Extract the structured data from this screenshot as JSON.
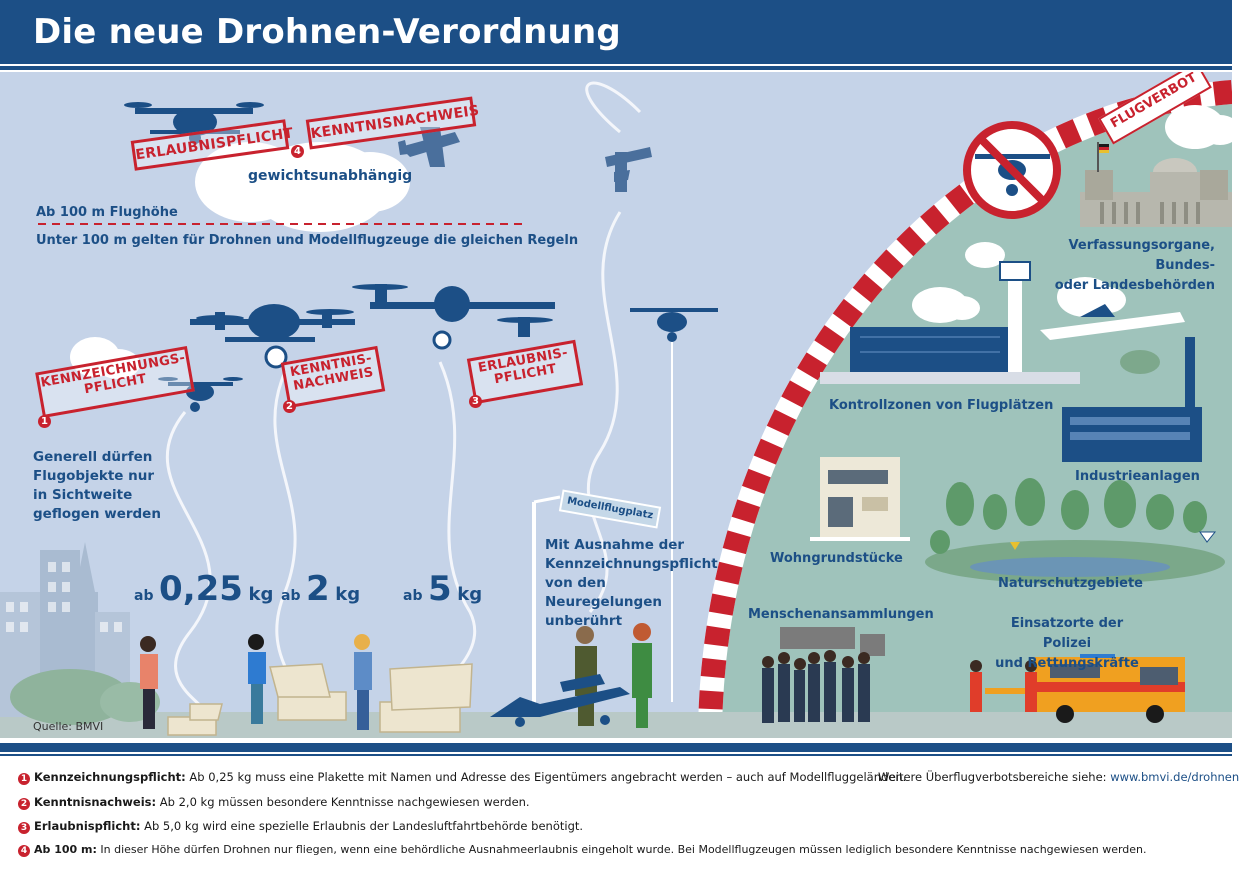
{
  "header": {
    "title": "Die neue Drohnen-Verordnung"
  },
  "labels": {
    "weight_independent": "gewichtsunabhängig",
    "above_100": "Ab 100 m Flughöhe",
    "below_100": "Unter 100 m gelten für Drohnen und Modellflugzeuge die gleichen Regeln",
    "line_of_sight": "Generell dürfen Flugobjekte nur in Sichtweite geflogen werden",
    "except": "Mit Ausnahme der Kennzeichnungspflicht von den Neuregelungen unberührt",
    "airfield_sign": "Modellflugplatz",
    "source": "Quelle: BMVI"
  },
  "stamps": {
    "erlaubnispflicht": "ERLAUBNISPFLICHT",
    "kenntnisnachweis": "KENNTNISNACHWEIS",
    "kennzeichnungspflicht_1": "KENNZEICHNUNGS-",
    "kennzeichnungspflicht_2": "PFLICHT",
    "kenntnisnachweis_1": "KENNTNIS-",
    "kenntnisnachweis_2": "NACHWEIS",
    "erlaubnispflicht_1": "ERLAUBNIS-",
    "erlaubnispflicht_2": "PFLICHT",
    "flugverbot": "FLUGVERBOT"
  },
  "markers": {
    "one": "1",
    "two": "2",
    "three": "3",
    "four": "4"
  },
  "weights": [
    {
      "prefix": "ab",
      "value": "0,25",
      "unit": "kg"
    },
    {
      "prefix": "ab",
      "value": "2",
      "unit": "kg"
    },
    {
      "prefix": "ab",
      "value": "5",
      "unit": "kg"
    }
  ],
  "zones": {
    "verfassung_1": "Verfassungsorgane, Bundes-",
    "verfassung_2": "oder Landesbehörden",
    "kontrollzonen": "Kontrollzonen von Flugplätzen",
    "industrie": "Industrieanlagen",
    "wohn": "Wohngrundstücke",
    "natur": "Naturschutzgebiete",
    "menschen": "Menschenansammlungen",
    "einsatz_1": "Einsatzorte der Polizei",
    "einsatz_2": "und Rettungskräfte"
  },
  "notes": [
    {
      "num": "1",
      "term": "Kennzeichnungspflicht:",
      "text": " Ab 0,25 kg muss eine Plakette mit Namen und Adresse des Eigentümers angebracht werden – auch auf Modellfluggeländen."
    },
    {
      "num": "2",
      "term": "Kenntnisnachweis:",
      "text": " Ab 2,0 kg müssen besondere Kenntnisse nachgewiesen werden."
    },
    {
      "num": "3",
      "term": "Erlaubnispflicht:",
      "text": " Ab 5,0 kg wird eine spezielle Erlaubnis der Landesluftfahrtbehörde benötigt."
    },
    {
      "num": "4",
      "term": "Ab 100 m:",
      "text": " In dieser Höhe dürfen Drohnen nur fliegen, wenn eine behördliche Ausnahmeerlaubnis eingeholt wurde. Bei Modellflugzeugen müssen lediglich besondere Kenntnisse nachgewiesen werden."
    }
  ],
  "more": {
    "text": "Weitere Überflugverbotsbereiche siehe: ",
    "link": "www.bmvi.de/drohnen"
  },
  "colors": {
    "navy": "#1c4f86",
    "red": "#c8222e",
    "sky": "#c5d3e8",
    "green": "#9fc3bb"
  }
}
